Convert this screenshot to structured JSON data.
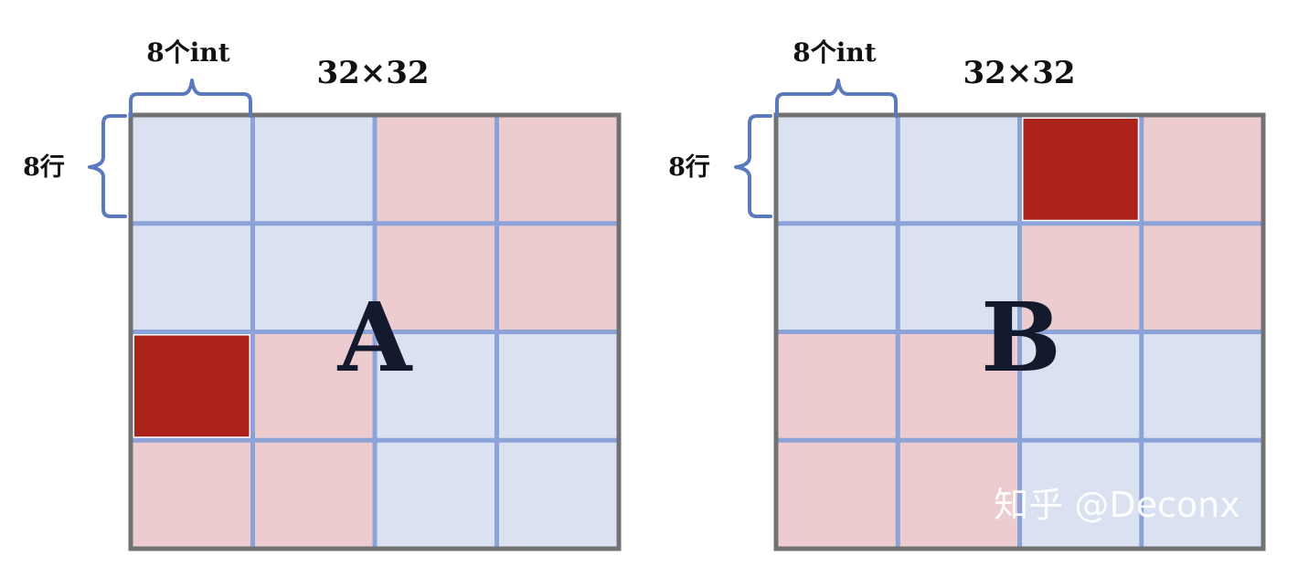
{
  "colors": {
    "blue_cell": "#dae2f1",
    "pink_cell": "#ecccce",
    "highlight_cell": "#aa2219",
    "grid_line": "#8ba3d8",
    "border": "#727272",
    "bracket": "#5b79bd"
  },
  "matrices": [
    {
      "id": "A",
      "letter": "A",
      "size_label": "32×32",
      "col_label": "8个int",
      "row_label": "8行",
      "cells": [
        [
          "blue",
          "blue",
          "pink",
          "pink"
        ],
        [
          "blue",
          "blue",
          "pink",
          "pink"
        ],
        [
          "highlight",
          "pink",
          "blue",
          "blue"
        ],
        [
          "pink",
          "pink",
          "blue",
          "blue"
        ]
      ]
    },
    {
      "id": "B",
      "letter": "B",
      "size_label": "32×32",
      "col_label": "8个int",
      "row_label": "8行",
      "cells": [
        [
          "blue",
          "blue",
          "highlight",
          "pink"
        ],
        [
          "blue",
          "blue",
          "pink",
          "pink"
        ],
        [
          "pink",
          "pink",
          "blue",
          "blue"
        ],
        [
          "pink",
          "pink",
          "blue",
          "blue"
        ]
      ]
    }
  ],
  "watermark": "知乎 @Deconx"
}
